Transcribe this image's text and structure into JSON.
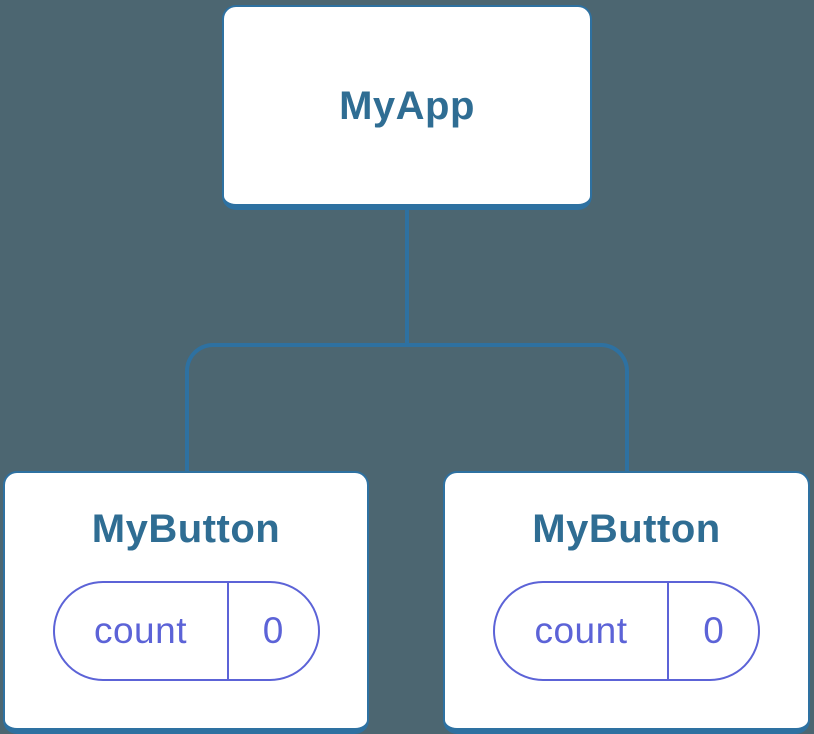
{
  "diagram": {
    "type": "component-tree",
    "colors": {
      "background": "#4C6671",
      "node_fill": "#FFFFFF",
      "node_border": "#2E71A1",
      "node_title_text": "#2F6D93",
      "connector": "#2E71A1",
      "pill_border": "#5C63D7",
      "pill_text": "#5C63D7"
    },
    "tree": {
      "root": {
        "label": "MyApp"
      },
      "children": [
        {
          "label": "MyButton",
          "state": {
            "key": "count",
            "value": "0"
          }
        },
        {
          "label": "MyButton",
          "state": {
            "key": "count",
            "value": "0"
          }
        }
      ]
    }
  }
}
